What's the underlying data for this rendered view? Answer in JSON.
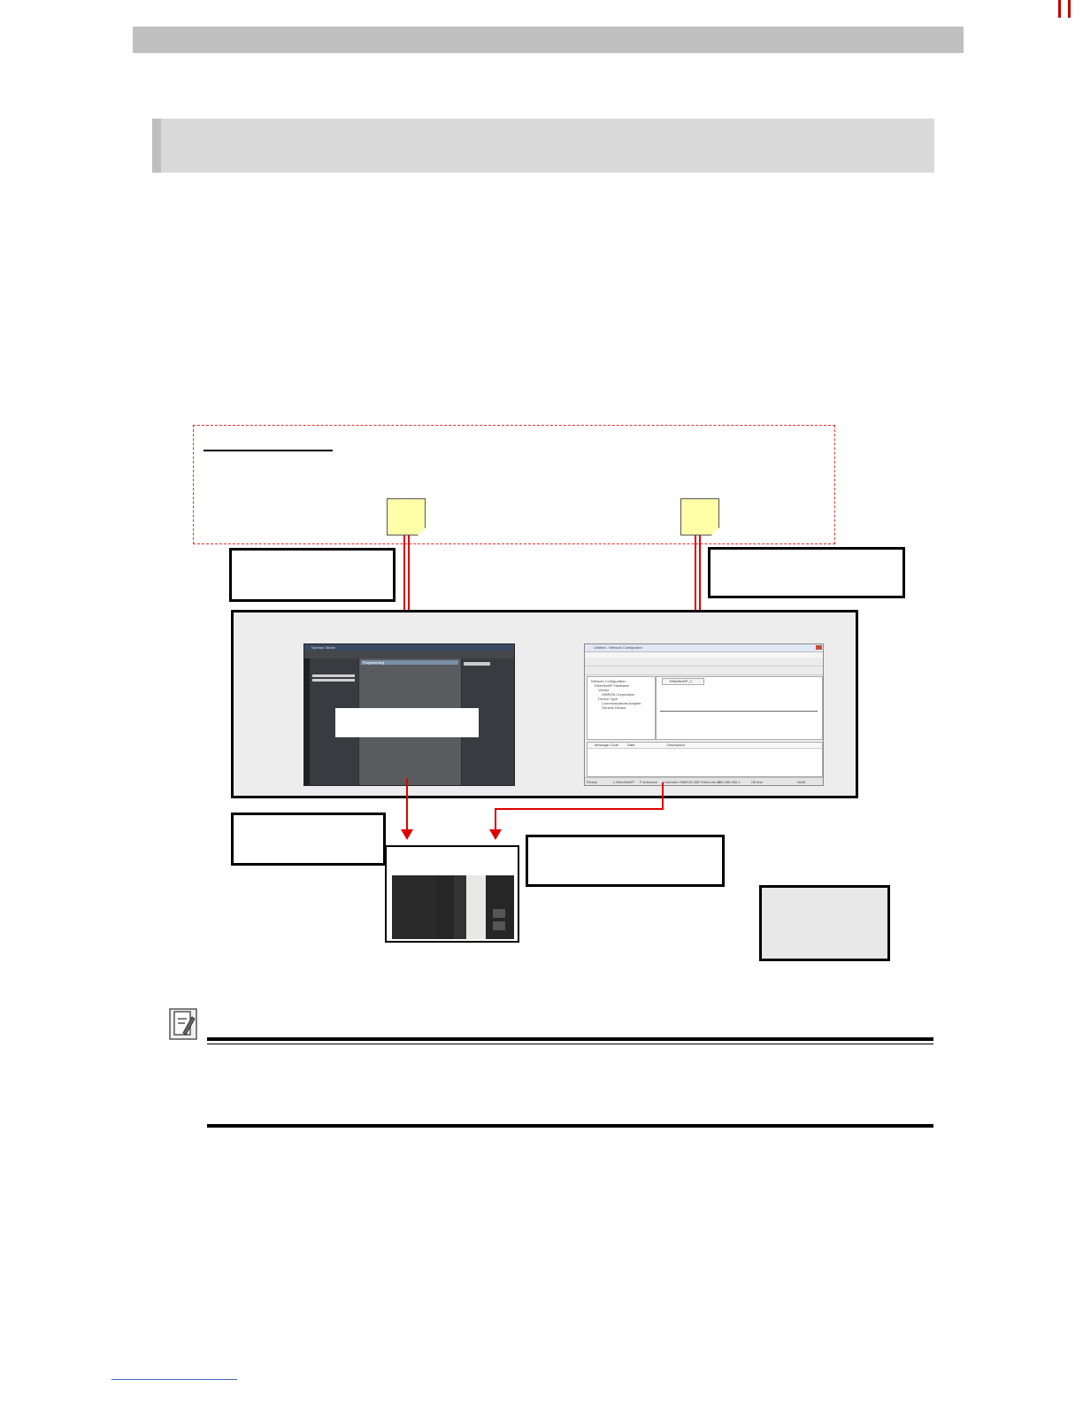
{
  "page": {
    "top_marks": [
      "",
      ""
    ]
  },
  "header": {
    "title": ""
  },
  "section": {
    "title": ""
  },
  "reference_note": {
    "heading": "",
    "sticky_left": "",
    "sticky_right": ""
  },
  "callouts": {
    "top_left": "",
    "top_right": "",
    "bottom_left": "",
    "bottom_middle": "",
    "bottom_right": ""
  },
  "sysmac_window": {
    "title": "Sysmac Studio",
    "project_label": "Programming",
    "center_label": ""
  },
  "network_configurator_window": {
    "title": "Untitled - Network Configurator",
    "tree_root": "Network Configuration",
    "tree_items": [
      "EtherNet/IP Hardware",
      "Vendor",
      "OMRON Corporation",
      "Device Type",
      "Communications Adapter",
      "Generic Device"
    ],
    "tab_label": "EtherNet/IP_1",
    "message_columns": [
      "Message Code",
      "Date",
      "Description"
    ],
    "status_bar": [
      "Ready",
      "L:EtherNet/IP",
      "F:Unknown",
      "Controller OMRON 35E EtherLink #2",
      "192.168.250.1",
      "Off-line",
      "NUM"
    ]
  },
  "precautions": {
    "heading": "",
    "body": ""
  },
  "colors": {
    "accent_red": "#e00000",
    "sticky_yellow": "#ffffa8",
    "header_gray": "#c0c0c0",
    "section_gray": "#d9d9d9"
  }
}
